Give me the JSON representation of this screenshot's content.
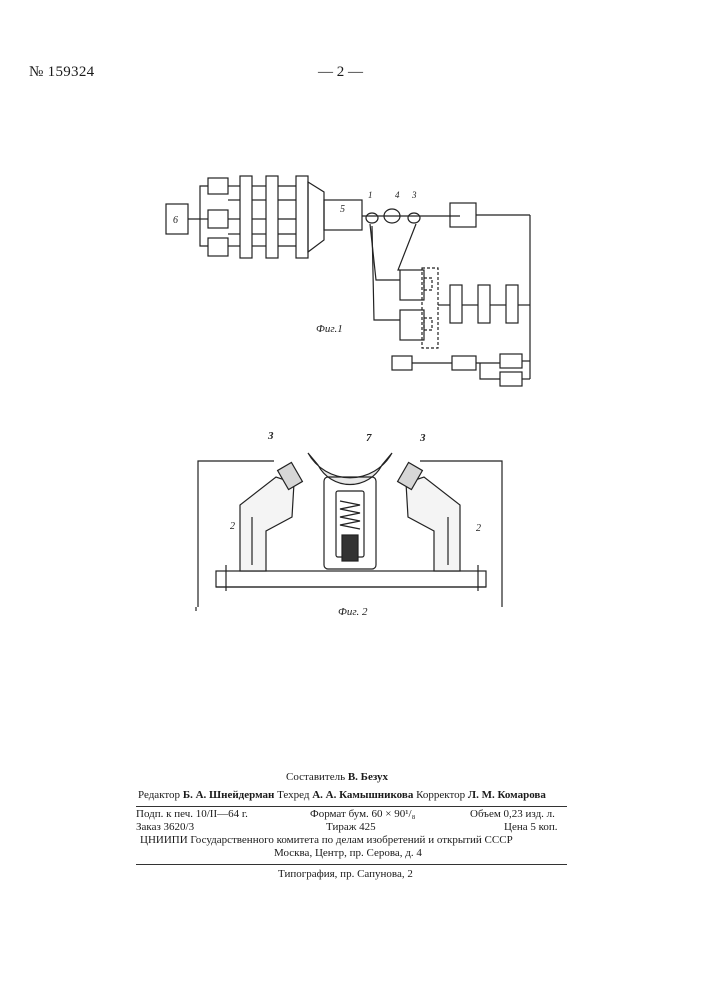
{
  "header": {
    "patent_number": "№ 159324",
    "page_number": "— 2 —"
  },
  "figure1": {
    "caption": "Фиг.1",
    "block_6": "6",
    "block_5": "5",
    "label_1": "1",
    "label_4": "4",
    "label_3": "3"
  },
  "figure2": {
    "caption": "Фиг. 2",
    "label_3_left": "3",
    "label_7": "7",
    "label_3_right": "3",
    "label_2_left": "2",
    "label_2_right": "2"
  },
  "footer": {
    "compiler_label": "Составитель",
    "compiler_name": "В. Безух",
    "editor_label": "Редактор",
    "editor_name": "Б. А. Шнейдерман",
    "techred_label": "Техред",
    "techred_name": "А. А. Камышникова",
    "corrector_label": "Корректор",
    "corrector_name": "Л. М. Комарова",
    "signed": "Подп. к печ. 10/II—64 г.",
    "format": "Формат бум. 60 × 90¹/₈",
    "volume": "Объем 0,23 изд. л.",
    "order": "Заказ 3620/3",
    "circulation": "Тираж 425",
    "price": "Цена 5 коп.",
    "institute": "ЦНИИПИ Государственного комитета по делам изобретений и открытий СССР",
    "address": "Москва, Центр, пр. Серова, д. 4",
    "printer": "Типография, пр. Сапунова, 2"
  }
}
